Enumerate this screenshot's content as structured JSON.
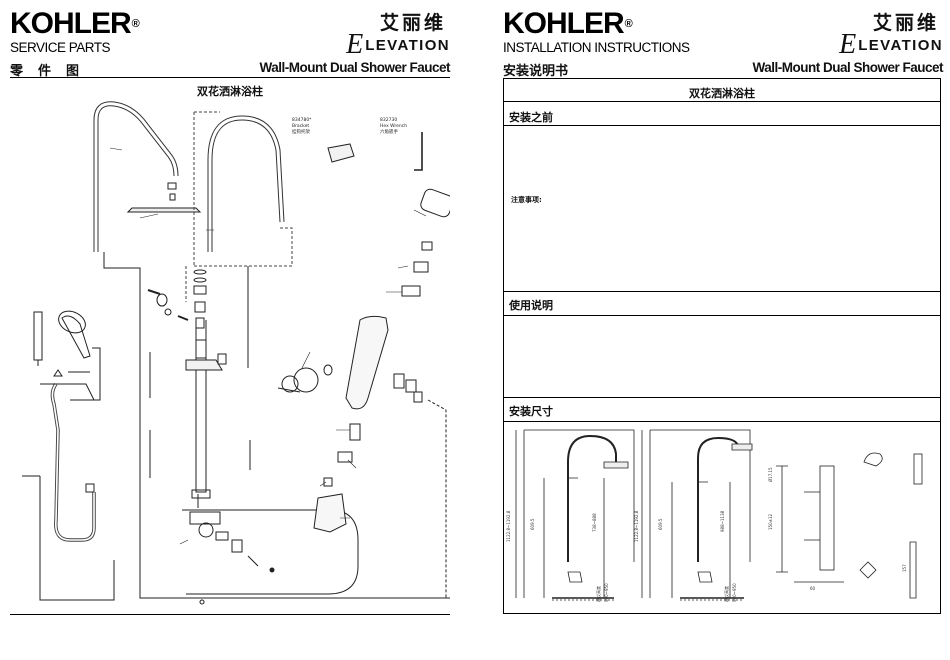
{
  "left": {
    "brand": "KOHLER",
    "registered": "®",
    "doc_type": "SERVICE PARTS",
    "doc_type_cn": "零件图",
    "collection_cn": "艾丽维",
    "collection_initial": "E",
    "collection_rest": "LEVATION",
    "product_title": "Wall-Mount Dual Shower Faucet",
    "product_cn": "双花洒淋浴柱",
    "callouts": {
      "bracket_code": "834780*",
      "bracket_label": "Bracket",
      "bracket_cn": "挂钩托架",
      "wrench_code": "832730",
      "wrench_label": "Hex Wrench",
      "wrench_cn": "六角扳手"
    }
  },
  "right": {
    "brand": "KOHLER",
    "registered": "®",
    "doc_type": "INSTALLATION INSTRUCTIONS",
    "doc_type_cn": "安装说明书",
    "collection_cn": "艾丽维",
    "collection_initial": "E",
    "collection_rest": "LEVATION",
    "product_title": "Wall-Mount Dual Shower Faucet",
    "product_cn": "双花洒淋浴柱",
    "sections": {
      "before": "安装之前",
      "notes_label": "注意事项:",
      "usage": "使用说明",
      "dimensions": "安装尺寸"
    },
    "dim_labels": {
      "a1": "1122.8~1192.8",
      "a2": "1122.8~1192.8",
      "b1": "609.5",
      "b2": "609.5",
      "c1": "738~888",
      "c2": "988~1138",
      "d1": "建议高度",
      "d2": "建议高度",
      "e1": "900~950",
      "e2": "900~950",
      "w1": "Ø17.15",
      "w2": "150±12",
      "w3": "60",
      "w4": "157"
    }
  }
}
